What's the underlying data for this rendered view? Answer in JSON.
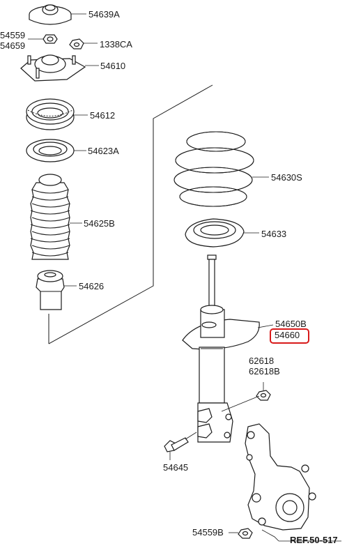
{
  "diagram": {
    "parts": {
      "top_cap": "54639A",
      "nut_a": "54559",
      "nut_b": "54659",
      "nut_c": "1338CA",
      "mount": "54610",
      "bearing": "54612",
      "spring_pad": "54623A",
      "dust_cover": "54625B",
      "bumper": "54626",
      "coil_spring": "54630S",
      "lower_pad": "54633",
      "strut_b": "54650B",
      "strut": "54660",
      "nut_d": "62618",
      "nut_e": "62618B",
      "bolt": "54645",
      "knuckle_nut": "54559B",
      "reference": "REF.50-517"
    },
    "highlight_color": "#d81a1a"
  }
}
